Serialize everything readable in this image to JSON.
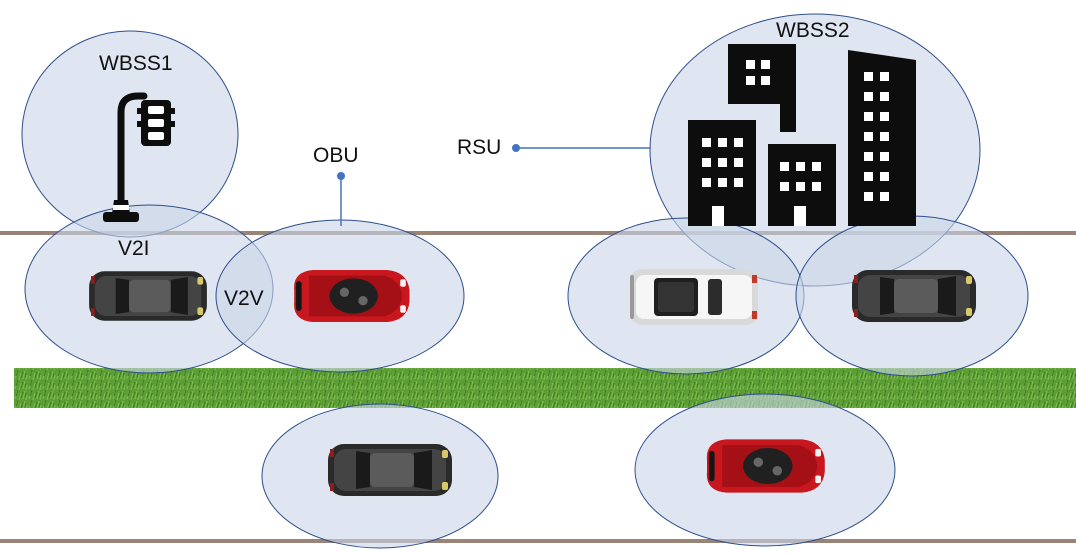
{
  "labels": {
    "wbss1": "WBSS1",
    "wbss2": "WBSS2",
    "obu": "OBU",
    "rsu": "RSU",
    "v2i": "V2I",
    "v2v": "V2V"
  },
  "colors": {
    "coverage_fill": "#c9d5e8",
    "coverage_stroke": "#2e4e8c",
    "road_line": "#9a8478",
    "grass": "#5c9e35",
    "callout": "#4472c4",
    "building": "#0d0d0d"
  },
  "icons": {
    "traffic_light": "traffic-light-icon",
    "buildings": "buildings-icon",
    "cars": [
      "black-car-icon",
      "red-car-icon",
      "white-car-icon"
    ]
  }
}
